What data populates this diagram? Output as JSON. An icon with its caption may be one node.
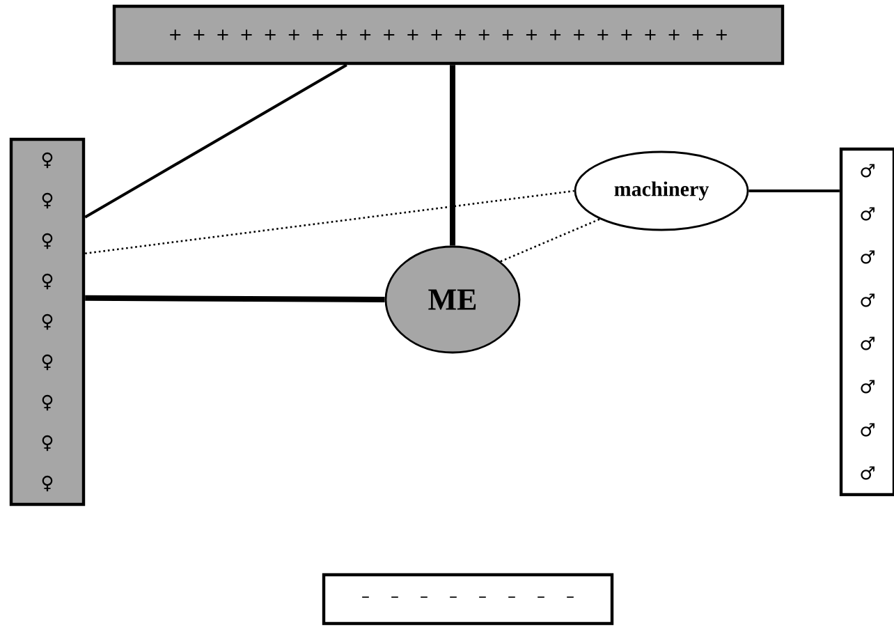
{
  "diagram": {
    "nodes": [
      {
        "text": [
          "+ + + + + + + + + + + + + + + + + + + + + + + +"
        ]
      },
      {
        "text": [
          "♀ ♀ ♀ ♀ ♀ ♀ ♀ ♀ ♀"
        ]
      },
      {
        "text": [
          "machinery"
        ]
      },
      {
        "text": [
          "♂ ♂ ♂ ♂ ♂ ♂ ♂ ♂"
        ]
      },
      {
        "text": [
          "ME"
        ]
      },
      {
        "text": [
          "– – – – – – – –"
        ]
      }
    ],
    "edges": [
      {
        "from": 0,
        "to": 1,
        "arrow": "none"
      },
      {
        "from": 0,
        "to": 4,
        "arrow": "none",
        "style": "thick"
      },
      {
        "from": 1,
        "to": 4,
        "arrow": "none",
        "style": "thick"
      },
      {
        "from": 1,
        "to": 2,
        "arrow": "none",
        "style": "dashed"
      },
      {
        "from": 4,
        "to": 2,
        "arrow": "none",
        "style": "dashed"
      },
      {
        "from": 2,
        "to": 3,
        "arrow": "none"
      }
    ]
  }
}
